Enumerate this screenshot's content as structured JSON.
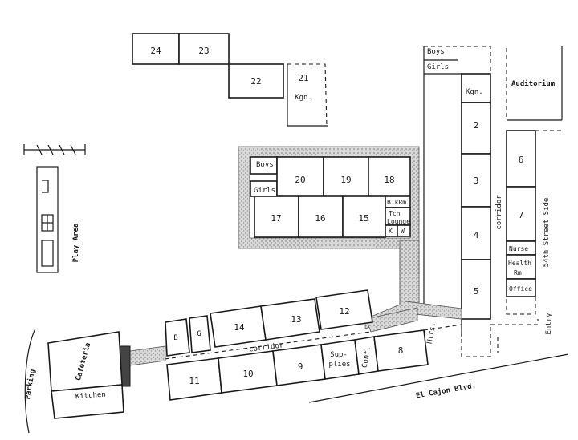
{
  "rooms": {
    "r24": "24",
    "r23": "23",
    "r22": "22",
    "r21": "21",
    "kgn_north": "Kgn.",
    "r20": "20",
    "r19": "19",
    "r18": "18",
    "r17": "17",
    "r16": "16",
    "r15": "15",
    "r14": "14",
    "r13": "13",
    "r12": "12",
    "r11": "11",
    "r10": "10",
    "r9": "9",
    "r8": "8",
    "r2": "2",
    "r3": "3",
    "r4": "4",
    "r5": "5",
    "r6": "6",
    "r7": "7",
    "kgn_east": "Kgn."
  },
  "labels": {
    "boys_court": "Boys",
    "girls_court": "Girls",
    "boys_east": "Boys",
    "girls_east": "Girls",
    "bkrm": "B'kRm",
    "tch": "Tch",
    "lounge": "Lounge",
    "k": "K",
    "w": "W",
    "b": "B",
    "g": "G",
    "supplies_1": "Sup-",
    "supplies_2": "plies",
    "conf": "Conf.",
    "htrs": "Htrs.",
    "cafeteria": "Cafeteria",
    "kitchen": "Kitchen",
    "parking": "Parking",
    "corridor_south": "corridor",
    "corridor_east": "corridor",
    "auditorium": "Auditorium",
    "nurse": "Nurse",
    "health_1": "Health",
    "health_2": "Rm",
    "office": "Office",
    "street_side": "54th Street Side",
    "entry": "Entry",
    "el_cajon": "El Cajon Blvd.",
    "play_area": "Play Area"
  }
}
